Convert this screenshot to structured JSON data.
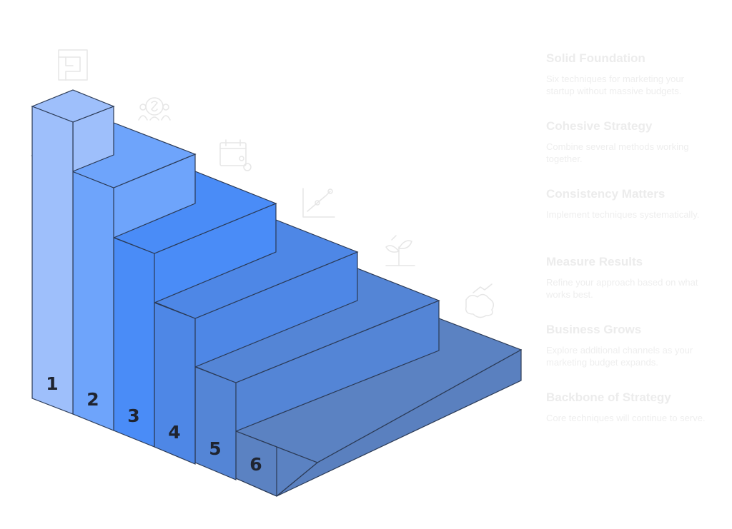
{
  "steps": [
    {
      "number": "1",
      "title": "Solid Foundation",
      "description": "Six techniques for marketing your startup without massive budgets.",
      "icon": "foundation-icon",
      "color": "#9ebffb"
    },
    {
      "number": "2",
      "title": "Cohesive Strategy",
      "description": "Combine several methods working together.",
      "icon": "team-strategy-icon",
      "color": "#6ea4fb"
    },
    {
      "number": "3",
      "title": "Consistency Matters",
      "description": "Implement techniques systematically.",
      "icon": "calendar-icon",
      "color": "#4a8cf7"
    },
    {
      "number": "4",
      "title": "Measure Results",
      "description": "Refine your approach based on what works best.",
      "icon": "results-chart-icon",
      "color": "#4e87e6"
    },
    {
      "number": "5",
      "title": "Business Grows",
      "description": "Explore additional channels as your marketing budget expands.",
      "icon": "growth-plant-icon",
      "color": "#5485d6"
    },
    {
      "number": "6",
      "title": "Backbone of Strategy",
      "description": "Core techniques will continue to serve.",
      "icon": "trending-strategy-icon",
      "color": "#5b82c2"
    }
  ]
}
